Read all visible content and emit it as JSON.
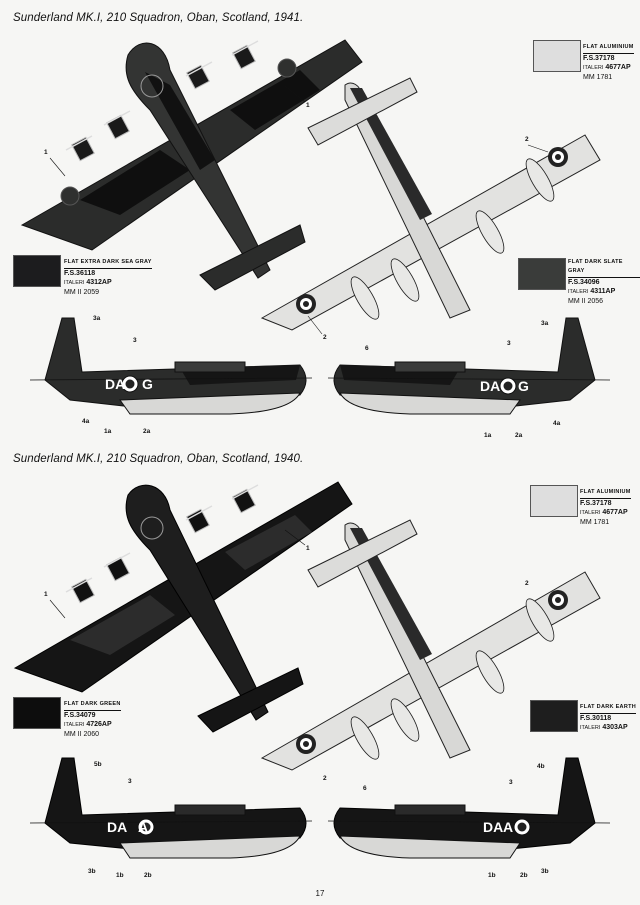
{
  "sections": [
    {
      "title": "Sunderland MK.I, 210 Squadron, Oban, Scotland, 1941.",
      "swatches": [
        {
          "name": "Flat Extra Dark Sea Gray",
          "fs": "F.S.36118",
          "italeri_prefix": "Italeri",
          "italeri_code": "4312AP",
          "mm": "MM II 2059",
          "color": "#1c1c1e"
        },
        {
          "name": "Flat Aluminium",
          "fs": "F.S.37178",
          "italeri_prefix": "Italeri",
          "italeri_code": "4677AP",
          "mm": "MM 1781",
          "color": "#dedede"
        },
        {
          "name": "Flat Dark Slate Gray",
          "fs": "F.S.34096",
          "italeri_prefix": "Italeri",
          "italeri_code": "4311AP",
          "mm": "MM II 2056",
          "color": "#3a3c3a"
        }
      ],
      "code_left": "DA",
      "code_right": "G",
      "code_right2": "DA",
      "code_right2b": "G"
    },
    {
      "title": "Sunderland MK.I, 210 Squadron, Oban, Scotland, 1940.",
      "swatches": [
        {
          "name": "Flat Dark Green",
          "fs": "F.S.34079",
          "italeri_prefix": "Italeri",
          "italeri_code": "4726AP",
          "mm": "MM II 2060",
          "color": "#0d0d0d"
        },
        {
          "name": "Flat Aluminium",
          "fs": "F.S.37178",
          "italeri_prefix": "Italeri",
          "italeri_code": "4677AP",
          "mm": "MM 1781",
          "color": "#dedede"
        },
        {
          "name": "Flat Dark Earth",
          "fs": "F.S.30118",
          "italeri_prefix": "Italeri",
          "italeri_code": "4303AP",
          "mm": "",
          "color": "#1e1e1e"
        }
      ],
      "code_left": "DA",
      "code_right": "A",
      "code_right2": "DA",
      "code_right2b": "A"
    }
  ],
  "callouts": {
    "c1": "1",
    "c2": "2",
    "c3": "3",
    "c3a": "3a",
    "c4a": "4a",
    "c1a": "1a",
    "c2a": "2a",
    "c6": "6",
    "c3b": "3b",
    "c1b": "1b",
    "c2b": "2b",
    "c4b": "4b",
    "c5b": "5b"
  },
  "page_number": "17",
  "colors": {
    "camo_dark": "#1a1a1a",
    "camo_mid": "#3c3d3c",
    "underside": "#e4e4e2",
    "roundel_red": "#222",
    "paper": "#f6f6f4"
  }
}
